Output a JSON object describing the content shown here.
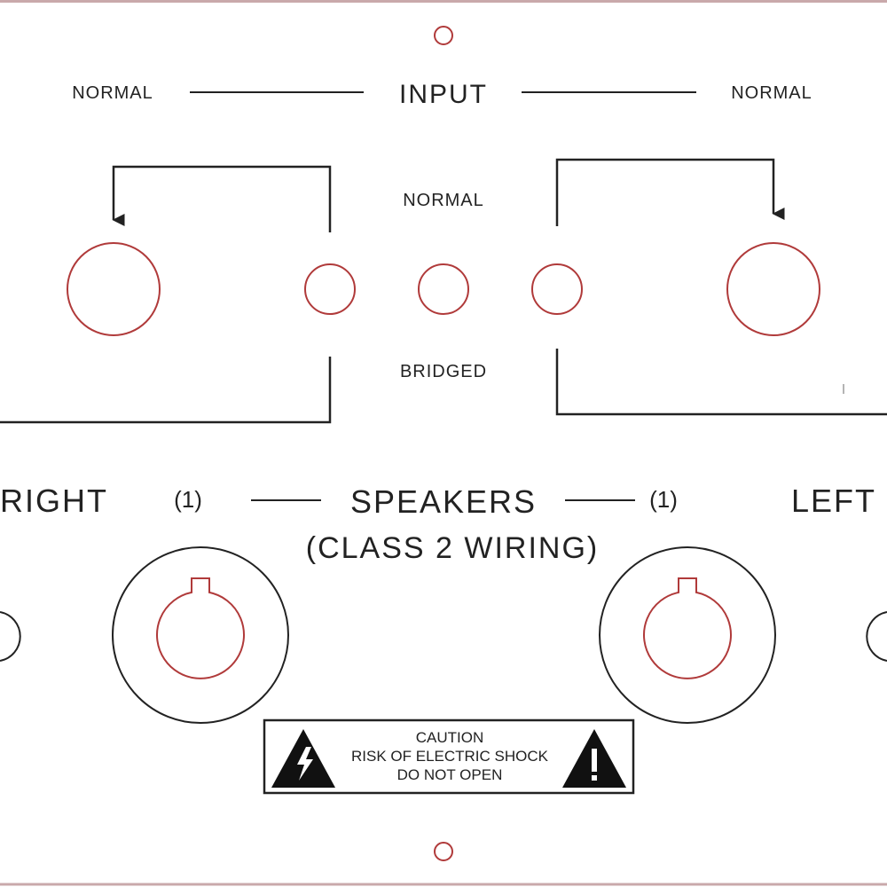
{
  "input_section": {
    "left_label": "NORMAL",
    "title": "INPUT",
    "right_label": "NORMAL"
  },
  "mode_labels": {
    "top": "NORMAL",
    "bottom": "BRIDGED"
  },
  "speakers_section": {
    "right_label": "RIGHT",
    "left_note": "(1)",
    "title": "SPEAKERS",
    "right_note": "(1)",
    "left_label": "LEFT",
    "subtitle": "(CLASS 2 WIRING)"
  },
  "caution_label": {
    "line1": "CAUTION",
    "line2": "RISK OF ELECTRIC SHOCK",
    "line3": "DO NOT OPEN"
  },
  "colors": {
    "cutout": "#b03a3a",
    "line": "#222222",
    "frame": "#c9a9ab"
  }
}
